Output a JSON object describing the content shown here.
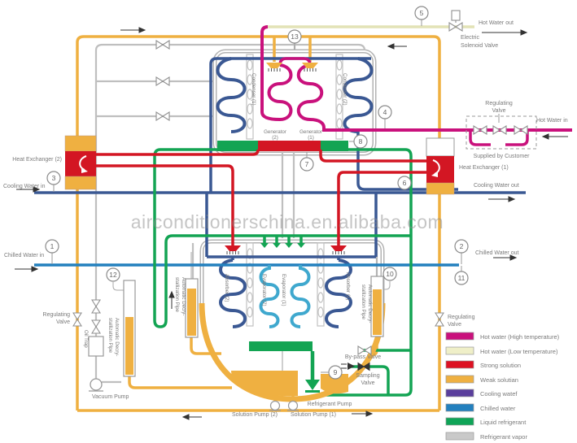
{
  "watermark": "airconditionerschina.en.alibaba.com",
  "colors": {
    "hot_water_high": "#C9117C",
    "hot_water_low": "#E2E2B6",
    "strong_solution": "#D31623",
    "weak_solution": "#EFB041",
    "cooling_water": "#5A3E9C",
    "cooling_water_pipe": "#3A5893",
    "chilled_water": "#2380BE",
    "chilled_water_coil": "#3FA8CE",
    "liquid_refrigerant": "#13A453",
    "refrigerant_vapor": "#BFBFBF",
    "shell_outline": "#B3B3B3"
  },
  "labels": {
    "hot_water_out": "Hot Water out",
    "electric_solenoid_1": "Electric",
    "electric_solenoid_2": "Solenoid Valve",
    "regulating_1": "Regulating",
    "regulating_2": "Valve",
    "hot_water_in": "Hot Water in",
    "supplied_by_customer": "Supplied by Customer",
    "heat_exchanger_1": "Heat Exchanger (1)",
    "heat_exchanger_2": "Heat Exchanger (2)",
    "cooling_water_in": "Cooling Water in",
    "cooling_water_out": "Cooling Water out",
    "chilled_water_in": "Chilled Water in",
    "chilled_water_out": "Chilled Water out",
    "oil_trap": "Oil Trap",
    "vacuum_pump": "Vacuum Pump",
    "auto_decry_1": "Automatic Decry-",
    "auto_decry_2": "stallization Pipe",
    "bypass_valve": "By-pass Valve",
    "sampling": "Sampling",
    "refrigerant_pump": "Refrigerant Pump",
    "solution_pump_2": "Solution Pump (2)",
    "solution_pump_1": "Solution Pump (1)",
    "generator": "Generator",
    "num_1": "(1)",
    "num_2": "(2)",
    "condenser_1": "Condenser (1)",
    "condenser_2": "Condenser (2)",
    "absorber_1": "Absorber (1)",
    "absorber_2": "Absorber (2)",
    "evaporator_1": "Evaporator (1)",
    "evaporator_2": "Evaporator (2)"
  },
  "markers": [
    "1",
    "2",
    "3",
    "4",
    "5",
    "6",
    "7",
    "8",
    "9",
    "10",
    "11",
    "12",
    "13"
  ],
  "legend": {
    "items": [
      {
        "label": "Hot water (High temperature)",
        "color": "#C9117C"
      },
      {
        "label": "Hot water (Low temperature)",
        "color": "#EFEFC8"
      },
      {
        "label": "Strong solution",
        "color": "#DD1122"
      },
      {
        "label": "Weak solutian",
        "color": "#EFB041"
      },
      {
        "label": "Cooling watef",
        "color": "#5A3E9C"
      },
      {
        "label": "Chilled water",
        "color": "#2380BE"
      },
      {
        "label": "Liquid refrigerant",
        "color": "#0FA457"
      },
      {
        "label": "Refrigerant vapor",
        "color": "#C9C9C9"
      }
    ]
  }
}
